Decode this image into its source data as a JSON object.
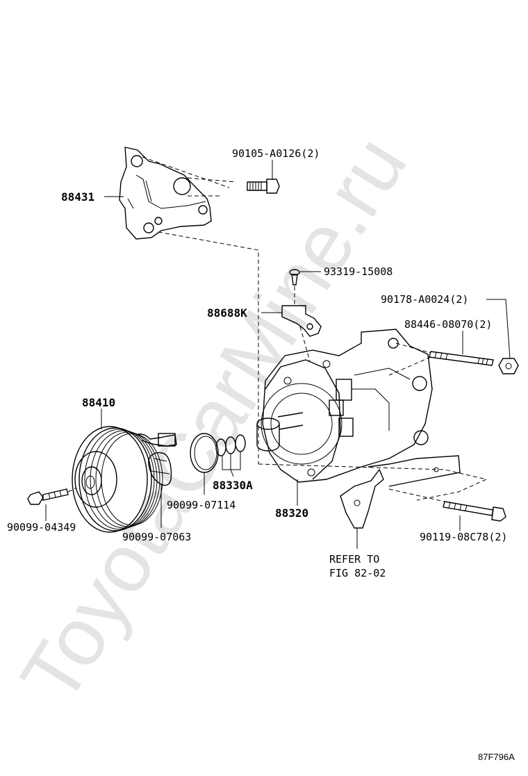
{
  "watermark": "ToyotaCarMine.ru",
  "figure_code": "87F796A",
  "parts": {
    "p88431": "88431",
    "p90105": "90105-A0126(2)",
    "p93319": "93319-15008",
    "p88688K": "88688K",
    "p90178": "90178-A0024(2)",
    "p88446": "88446-08070(2)",
    "p88410": "88410",
    "p88330A": "88330A",
    "p90099_07114": "90099-07114",
    "p88320": "88320",
    "p90099_04349": "90099-04349",
    "p90099_07063": "90099-07063",
    "p90119": "90119-08C78(2)"
  },
  "refer": {
    "line1": "REFER TO",
    "line2": "FIG 82-02"
  }
}
